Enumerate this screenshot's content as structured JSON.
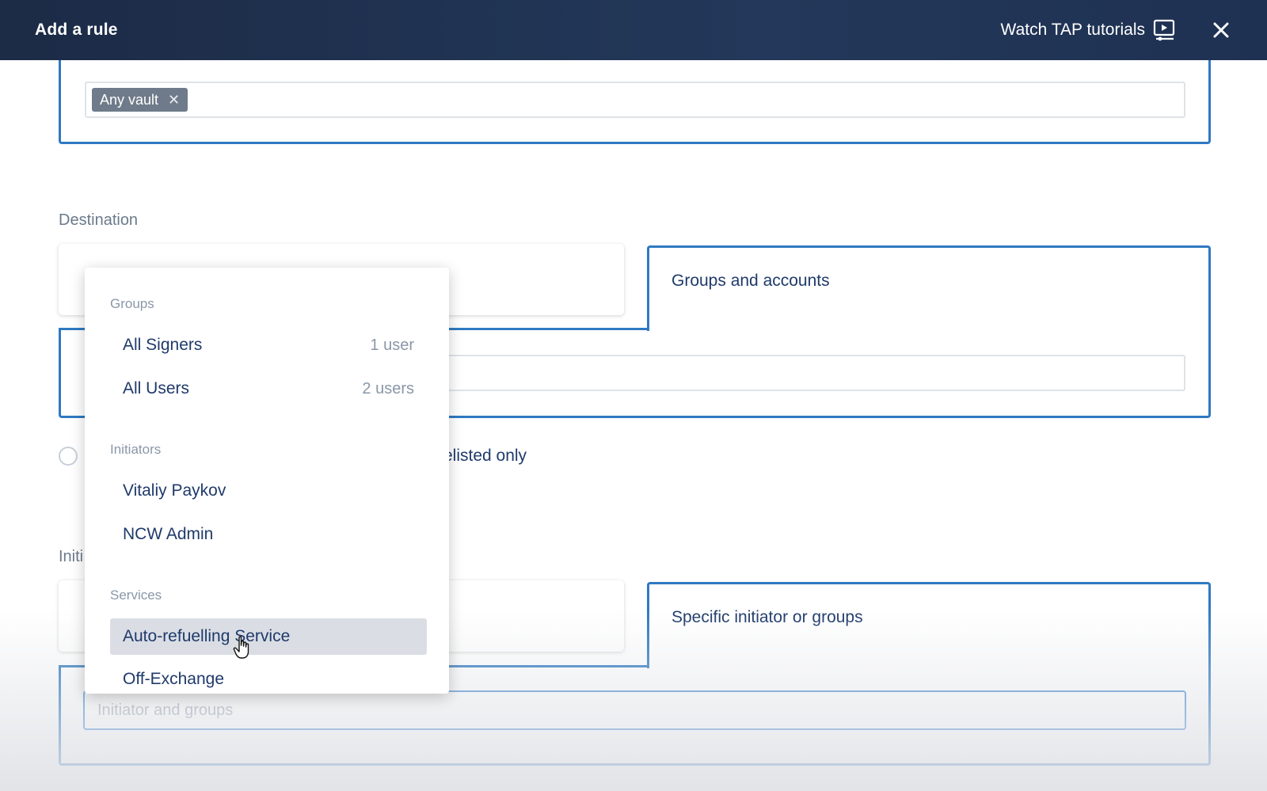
{
  "header": {
    "title": "Add a rule",
    "tutorials_label": "Watch TAP tutorials"
  },
  "source": {
    "tag_label": "Any vault"
  },
  "destination": {
    "label": "Destination",
    "selector_title": "Groups and accounts",
    "whitelist_partial": "elisted only"
  },
  "initiator": {
    "label_partial": "Initi",
    "selector_title": "Specific initiator or groups",
    "input_placeholder": "Initiator and groups"
  },
  "dropdown": {
    "groups_label": "Groups",
    "groups": [
      {
        "name": "All Signers",
        "count": "1 user"
      },
      {
        "name": "All Users",
        "count": "2 users"
      }
    ],
    "initiators_label": "Initiators",
    "initiators": [
      {
        "name": "Vitaliy Paykov"
      },
      {
        "name": "NCW Admin"
      }
    ],
    "services_label": "Services",
    "services": [
      {
        "name": "Auto-refuelling Service"
      },
      {
        "name": "Off-Exchange"
      }
    ]
  },
  "colors": {
    "header_bg": "#1c2b46",
    "accent": "#2f79c2",
    "text_primary": "#1f3a6b",
    "text_muted": "#8a97a8",
    "highlight": "#dadee4"
  }
}
